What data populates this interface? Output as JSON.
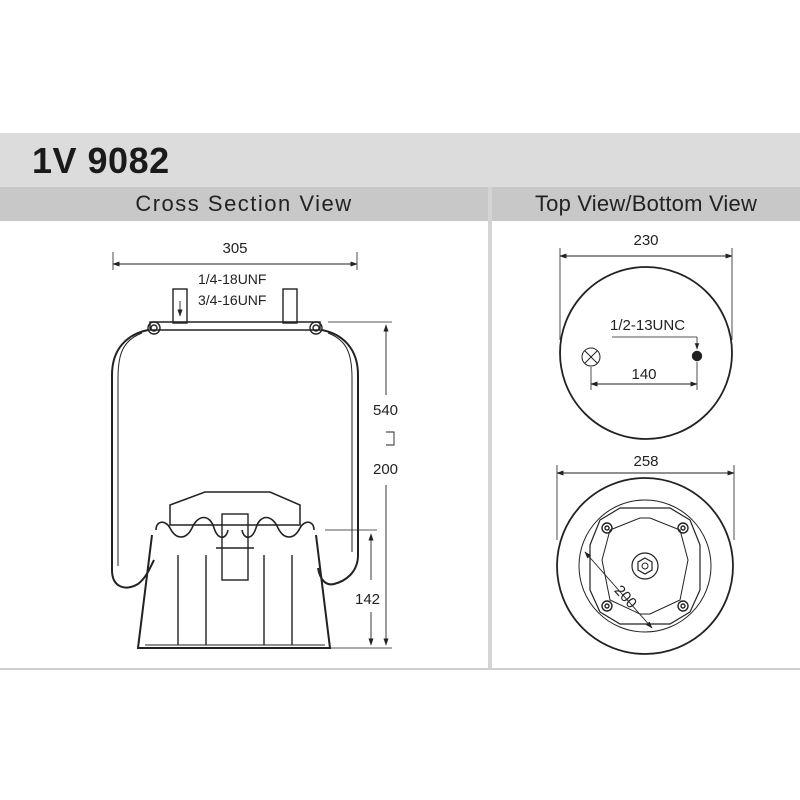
{
  "title": "1V 9082",
  "headers": {
    "cross_section": "Cross Section View",
    "top_bottom": "Top View/Bottom View"
  },
  "cross_section": {
    "width_dim": "305",
    "thread_small": "1/4-18UNF",
    "thread_large": "3/4-16UNF",
    "max_height": "540",
    "min_height": "200",
    "piston_height": "142"
  },
  "top_view": {
    "diameter": "230",
    "thread": "1/2-13UNC",
    "stud_spacing": "140"
  },
  "bottom_view": {
    "diameter": "258",
    "bolt_circle": "200"
  }
}
